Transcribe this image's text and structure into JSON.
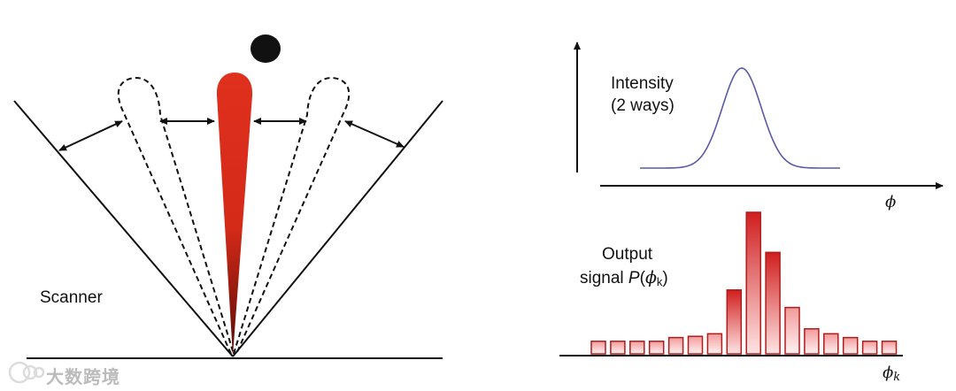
{
  "labels": {
    "scanner": "Scanner",
    "intensity_line1": "Intensity",
    "intensity_line2": "(2 ways)",
    "output_line1": "Output",
    "output_line2_prefix": "signal ",
    "output_symbol": "P",
    "output_open": "(",
    "output_phi": "ϕ",
    "output_sub": "k",
    "output_close": ")",
    "phi_axis": "ϕ",
    "phik_axis": "ϕ",
    "phik_sub": "k"
  },
  "watermark": {
    "text": "大数跨境"
  },
  "colors": {
    "beam_red": "#e0301e",
    "beam_dark": "#6b0d08",
    "curve_blue": "#5a5aa8",
    "bar_stroke": "#b01c1c",
    "ink": "#111111"
  },
  "chart_data": {
    "type": "bar",
    "values": [
      1,
      1,
      1,
      1,
      1.3,
      1.4,
      1.6,
      5.1,
      11.3,
      8.1,
      3.7,
      2.0,
      1.6,
      1.3,
      1.0,
      1.0
    ],
    "peak_index": 8
  }
}
